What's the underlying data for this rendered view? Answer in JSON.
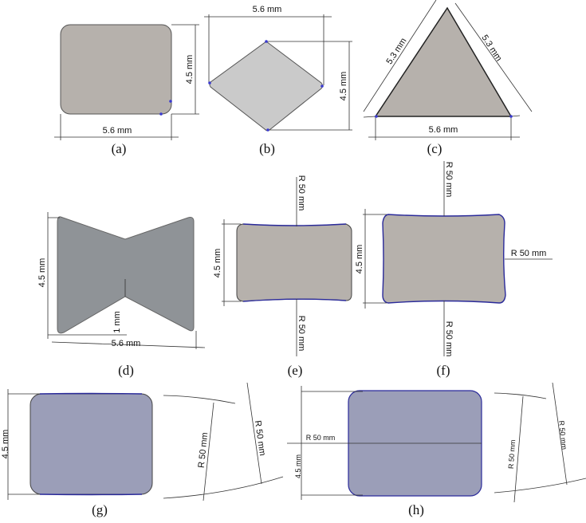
{
  "colors": {
    "shape_gray": "#b6b1ac",
    "shape_light": "#cacaca",
    "shape_dark": "#8f9397",
    "shape_blue": "#9b9eb8",
    "edge_blue": "#2a2a9a"
  },
  "panels": {
    "a": {
      "caption": "(a)",
      "width": "5.6 mm",
      "height": "4.5 mm"
    },
    "b": {
      "caption": "(b)",
      "width": "5.6 mm",
      "height": "4.5 mm"
    },
    "c": {
      "caption": "(c)",
      "base": "5.6 mm",
      "left_side": "5.3 mm",
      "right_side": "5.3 mm"
    },
    "d": {
      "caption": "(d)",
      "height": "4.5 mm",
      "width": "5.6 mm",
      "notch": "1 mm"
    },
    "e": {
      "caption": "(e)",
      "height": "4.5 mm",
      "top_radius": "R 50 mm",
      "bottom_radius": "R 50 mm"
    },
    "f": {
      "caption": "(f)",
      "height": "4.5 mm",
      "top_radius": "R 50 mm",
      "right_radius": "R 50 mm",
      "bottom_radius": "R 50 mm"
    },
    "g": {
      "caption": "(g)",
      "height": "4.5 mm",
      "radius_1": "R 50 mm",
      "radius_2": "R 50 mm"
    },
    "h": {
      "caption": "(h)",
      "height": "4.5 mm",
      "horizontal_radius": "R 50 mm",
      "radius_1": "R 50 mm",
      "radius_2": "R 50 mm"
    }
  }
}
